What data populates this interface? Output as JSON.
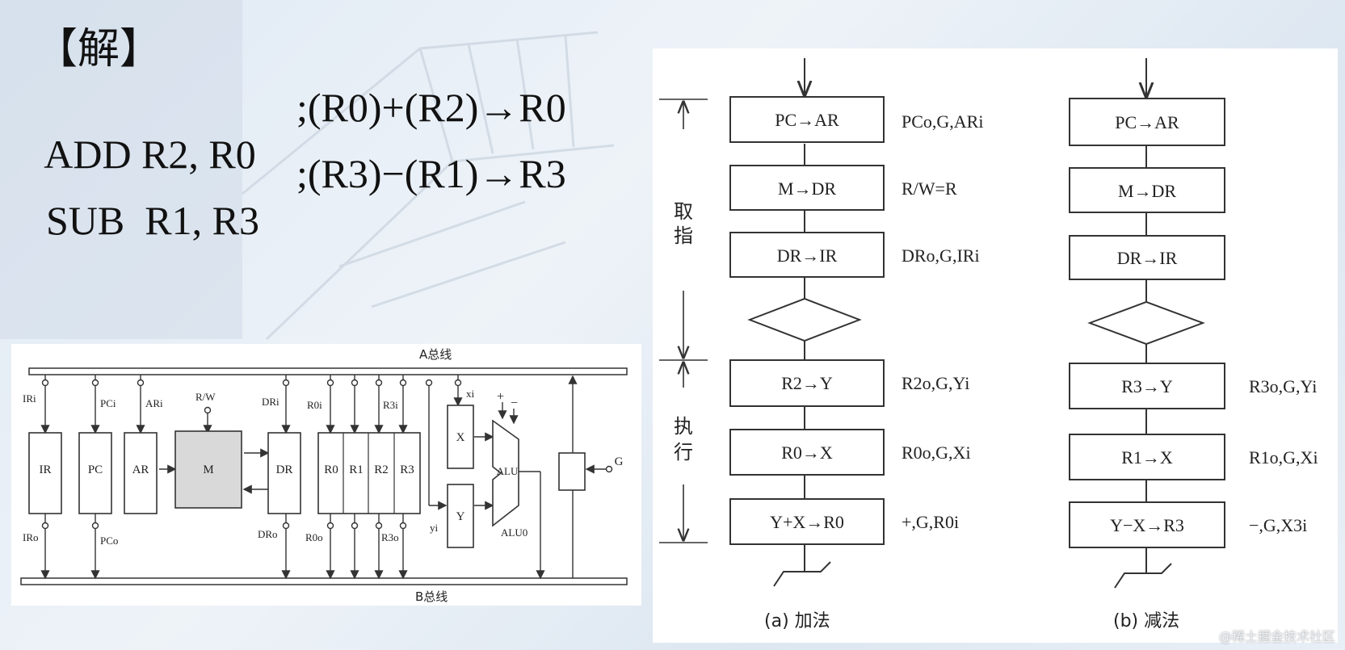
{
  "heading": "【解】",
  "instructions": [
    {
      "op": "ADD R2, R0",
      "comment": ";(R0)+(R2)→R0"
    },
    {
      "op": "SUB  R1, R3",
      "comment": ";(R3)−(R1)→R3"
    }
  ],
  "datapath": {
    "bus_a": "A总线",
    "bus_b": "B总线",
    "registers": [
      "IR",
      "PC",
      "AR",
      "M",
      "DR",
      "R0",
      "R1",
      "R2",
      "R3",
      "X",
      "Y",
      "ALU",
      "G"
    ],
    "signals": {
      "ir_in": "IRi",
      "ir_out": "IRo",
      "pc_in": "PCi",
      "pc_out": "PCo",
      "ar_in": "ARi",
      "rw": "R/W",
      "dr_in": "DRi",
      "dr_out": "DRo",
      "r0_in": "R0i",
      "r0_out": "R0o",
      "r3_in": "R3i",
      "r3_out": "R3o",
      "x_in": "xi",
      "y_in": "yi",
      "alu_out": "ALU0",
      "g": "G",
      "plus": "+",
      "minus": "−"
    }
  },
  "flowcharts": {
    "fetch_label": [
      "取",
      "指"
    ],
    "exec_label": [
      "执",
      "行"
    ],
    "add": {
      "caption": "(a) 加法",
      "steps": [
        {
          "box": "PC→AR",
          "signal": "PCo,G,ARi"
        },
        {
          "box": "M→DR",
          "signal": "R/W=R"
        },
        {
          "box": "DR→IR",
          "signal": "DRo,G,IRi"
        },
        {
          "box": "R2→Y",
          "signal": "R2o,G,Yi"
        },
        {
          "box": "R0→X",
          "signal": "R0o,G,Xi"
        },
        {
          "box": "Y+X→R0",
          "signal": "+,G,R0i"
        }
      ]
    },
    "sub": {
      "caption": "(b) 减法",
      "steps": [
        {
          "box": "PC→AR",
          "signal": ""
        },
        {
          "box": "M→DR",
          "signal": ""
        },
        {
          "box": "DR→IR",
          "signal": ""
        },
        {
          "box": "R3→Y",
          "signal": "R3o,G,Yi"
        },
        {
          "box": "R1→X",
          "signal": "R1o,G,Xi"
        },
        {
          "box": "Y−X→R3",
          "signal": "−,G,X3i"
        }
      ]
    }
  },
  "watermark": "@稀土掘金技术社区"
}
